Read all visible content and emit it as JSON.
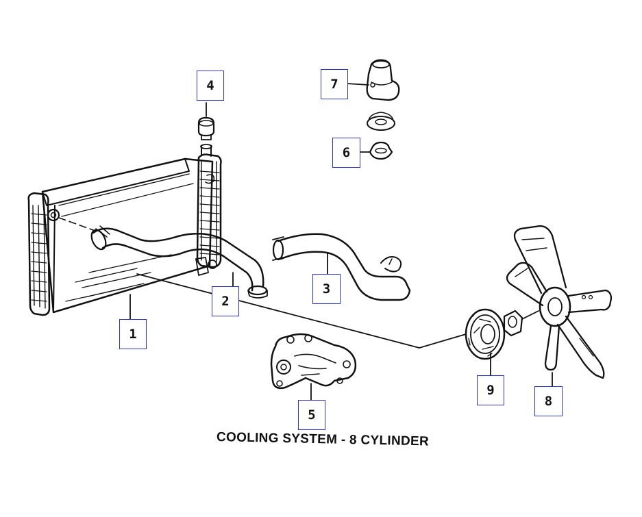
{
  "diagram": {
    "title": "COOLING SYSTEM - 8 CYLINDER",
    "callout_border_color": "#2a35c8",
    "line_color": "#111111",
    "callouts": [
      {
        "id": "1",
        "label": "1",
        "part": "radiator"
      },
      {
        "id": "2",
        "label": "2",
        "part": "upper-radiator-hose"
      },
      {
        "id": "3",
        "label": "3",
        "part": "lower-radiator-hose"
      },
      {
        "id": "4",
        "label": "4",
        "part": "radiator-cap"
      },
      {
        "id": "5",
        "label": "5",
        "part": "water-pump"
      },
      {
        "id": "6",
        "label": "6",
        "part": "thermostat"
      },
      {
        "id": "7",
        "label": "7",
        "part": "thermostat-housing"
      },
      {
        "id": "8",
        "label": "8",
        "part": "fan-blade"
      },
      {
        "id": "9",
        "label": "9",
        "part": "fan-clutch"
      }
    ]
  }
}
